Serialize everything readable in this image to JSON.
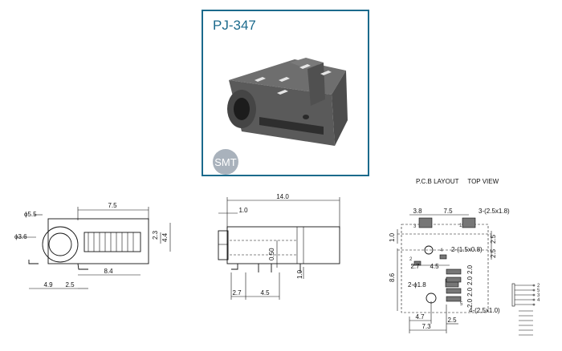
{
  "photo": {
    "title": "PJ-347",
    "badge": "SMT"
  },
  "front_view": {
    "labels": {
      "dia_outer": "ϕ5.5",
      "dia_inner": "ϕ3.6",
      "w_7_5": "7.5",
      "h_2_3": "2.3",
      "h_4_4": "4.4",
      "w_8_4": "8.4",
      "w_4_9": "4.9",
      "w_2_5": "2.5"
    }
  },
  "side_view": {
    "labels": {
      "len_14_0": "14.0",
      "len_1_0": "1.0",
      "pin_0_50": "0.50",
      "h_1_0": "1.0",
      "w_2_7": "2.7",
      "w_4_5": "4.5"
    }
  },
  "pcb_layout": {
    "header": "P.C.B LAYOUT     TOP VIEW",
    "labels": {
      "w_3_8": "3.8",
      "w_7_5": "7.5",
      "pads_big": "3-(2.5x1.8)",
      "h_1_0": "1.0",
      "h_2_5a": "2.5",
      "h_2_5b": "2.5",
      "pads_small": "2-(1.5x0.8)",
      "w_2_7": "2.7",
      "w_4_5": "4.5",
      "h_8_6": "8.6",
      "holes": "2-ϕ1.8",
      "p1": "2.0",
      "p2": "2.0",
      "p3": "2.0",
      "p4": "2.0",
      "pads_row": "4-(2.5x1.0)",
      "w_4_7": "4.7",
      "w_7_3": "7.3",
      "w_2_5": "2.5",
      "pin_1": "1",
      "pin_3": "3",
      "pin_4": "4",
      "pin_2": "2",
      "pin_5": "5",
      "sch_2": "2",
      "sch_5": "5",
      "sch_3": "3",
      "sch_4": "4"
    }
  }
}
